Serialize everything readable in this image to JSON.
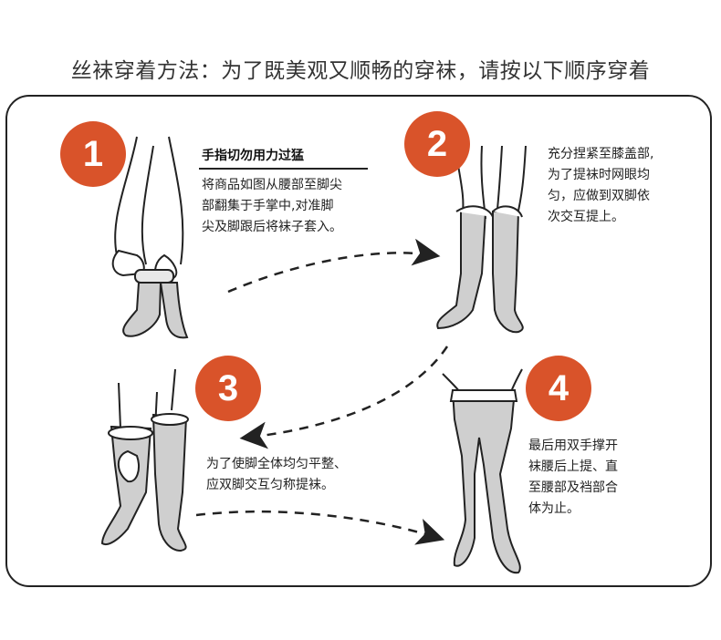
{
  "page_title": "丝袜穿着方法：为了既美观又顺畅的穿袜，请按以下顺序穿着",
  "steps": [
    {
      "number": "1",
      "heading": "手指切勿用力过猛",
      "lines": [
        "将商品如图从腰部至脚尖",
        "部翻集于手掌中,对准脚",
        "尖及脚跟后将袜子套入。"
      ]
    },
    {
      "number": "2",
      "lines": [
        "充分捏紧至膝盖部,",
        "为了提袜时网眼均",
        "匀，应做到双脚依",
        "次交互提上。"
      ]
    },
    {
      "number": "3",
      "lines": [
        "为了使脚全体均匀平整、",
        "应双脚交互匀称提袜。"
      ]
    },
    {
      "number": "4",
      "lines": [
        "最后用双手撑开",
        "袜腰后上提、直",
        "至腰部及裆部合",
        "体为止。"
      ]
    }
  ],
  "colors": {
    "accent": "#d9532a",
    "outline": "#222222",
    "stocking": "#cfcfcf"
  }
}
